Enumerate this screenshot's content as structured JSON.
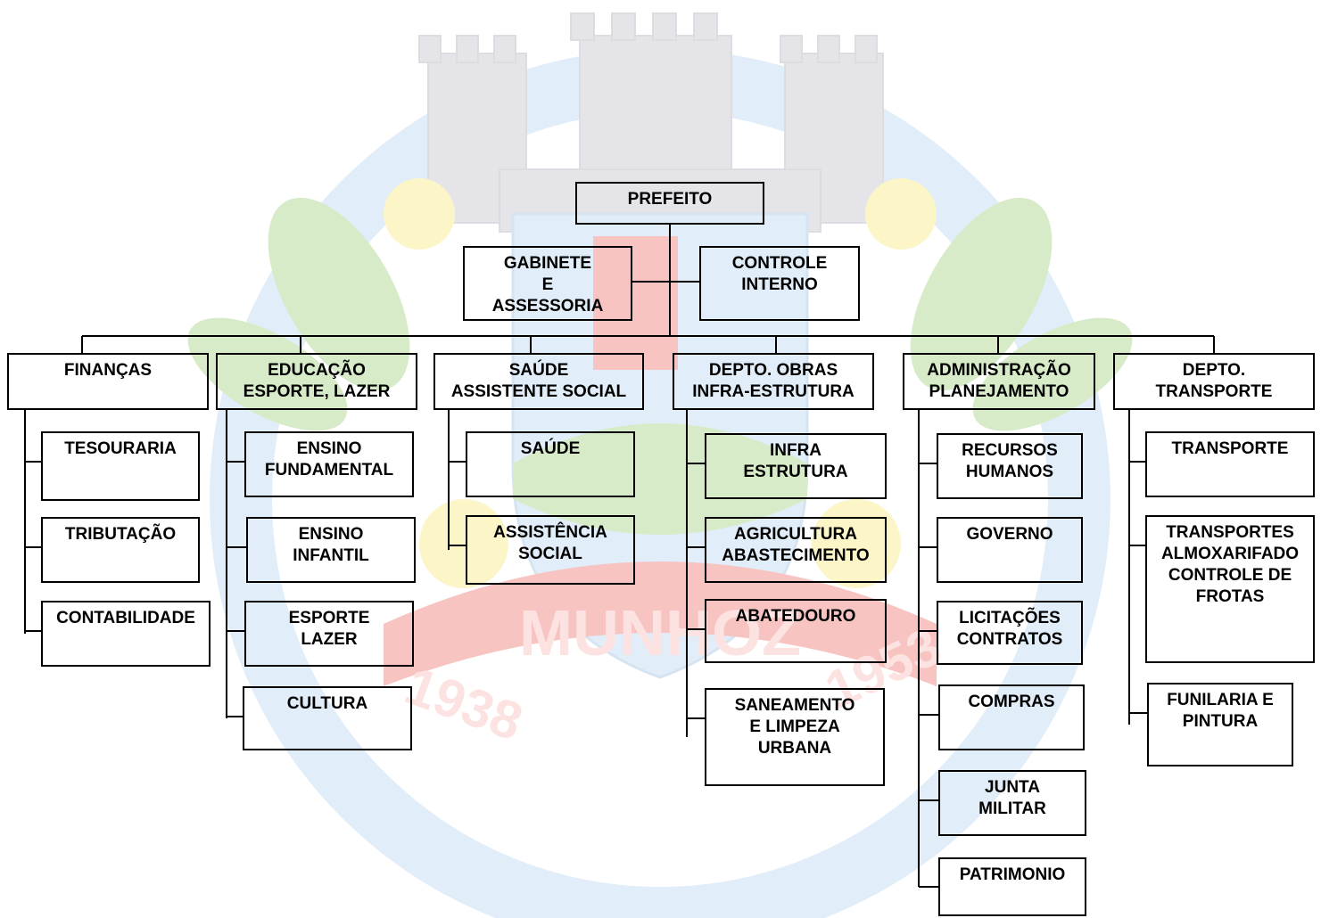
{
  "crest": {
    "banner_text": "MUNHOZ",
    "founded_year": "1938",
    "emancipation_year": "1953",
    "colors": {
      "yellow": "#f4e04d",
      "red": "#e8403a",
      "green": "#7dbf4e",
      "blue": "#9ec7ea",
      "gray": "#a7a9b8"
    }
  },
  "chart": {
    "root": "PREFEITO",
    "staff": [
      "GABINETE\nE\nASSESSORIA",
      "CONTROLE\nINTERNO"
    ],
    "departments": [
      {
        "title": "FINANÇAS",
        "units": [
          "TESOURARIA",
          "TRIBUTAÇÃO",
          "CONTABILIDADE"
        ]
      },
      {
        "title": "EDUCAÇÃO\nESPORTE, LAZER",
        "units": [
          "ENSINO\nFUNDAMENTAL",
          "ENSINO\nINFANTIL",
          "ESPORTE\nLAZER",
          "CULTURA"
        ]
      },
      {
        "title": "SAÚDE\nASSISTENTE SOCIAL",
        "units": [
          "SAÚDE",
          "ASSISTÊNCIA\nSOCIAL"
        ]
      },
      {
        "title": "DEPTO.  OBRAS\nINFRA-ESTRUTURA",
        "units": [
          "INFRA\nESTRUTURA",
          "AGRICULTURA\nABASTECIMENTO",
          "ABATEDOURO",
          "SANEAMENTO\nE LIMPEZA\nURBANA"
        ]
      },
      {
        "title": "ADMINISTRAÇÃO\nPLANEJAMENTO",
        "units": [
          "RECURSOS\nHUMANOS",
          "GOVERNO",
          "LICITAÇÕES\nCONTRATOS",
          "COMPRAS",
          "JUNTA\nMILITAR",
          "PATRIMONIO"
        ]
      },
      {
        "title": "DEPTO.\nTRANSPORTE",
        "units": [
          "TRANSPORTE",
          "TRANSPORTES\nALMOXARIFADO\nCONTROLE DE\nFROTAS",
          "FUNILARIA E\nPINTURA"
        ]
      }
    ]
  }
}
